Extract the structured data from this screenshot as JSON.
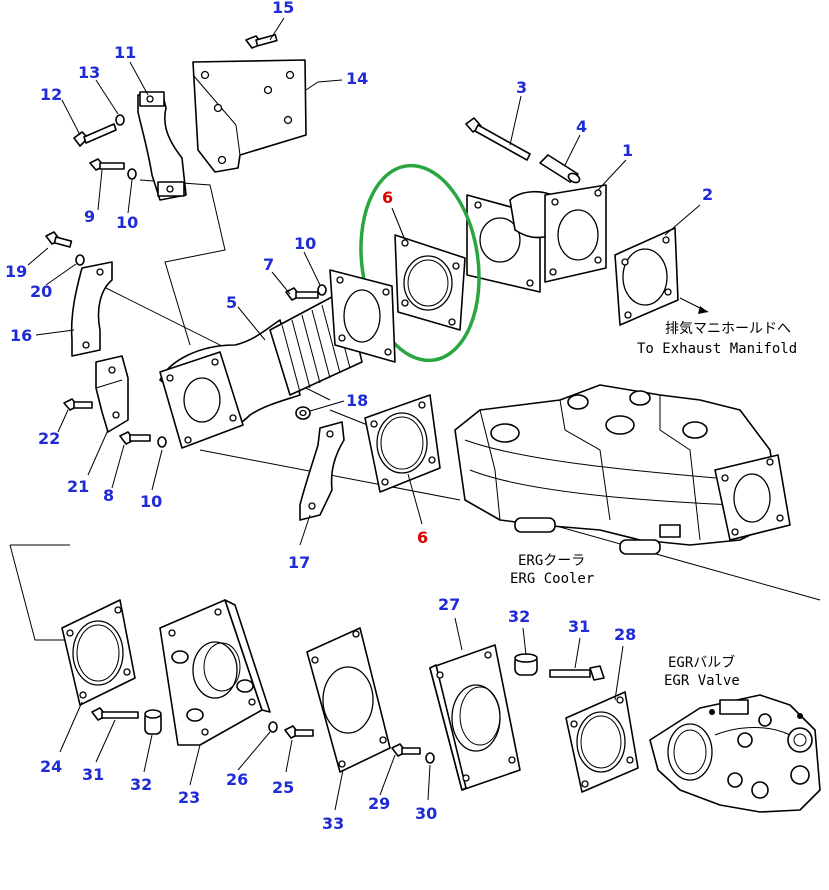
{
  "colors": {
    "callout_default": "#1f2bd6",
    "callout_highlight": "#e00000",
    "highlight_ring": "#2aa640",
    "line": "#000000"
  },
  "callouts": [
    {
      "id": "15",
      "text": "15",
      "highlight": false
    },
    {
      "id": "11",
      "text": "11",
      "highlight": false
    },
    {
      "id": "14",
      "text": "14",
      "highlight": false
    },
    {
      "id": "13",
      "text": "13",
      "highlight": false
    },
    {
      "id": "12",
      "text": "12",
      "highlight": false
    },
    {
      "id": "3",
      "text": "3",
      "highlight": false
    },
    {
      "id": "4",
      "text": "4",
      "highlight": false
    },
    {
      "id": "1",
      "text": "1",
      "highlight": false
    },
    {
      "id": "9",
      "text": "9",
      "highlight": false
    },
    {
      "id": "10a",
      "text": "10",
      "highlight": false
    },
    {
      "id": "2",
      "text": "2",
      "highlight": false
    },
    {
      "id": "6a",
      "text": "6",
      "highlight": true
    },
    {
      "id": "10b",
      "text": "10",
      "highlight": false
    },
    {
      "id": "7",
      "text": "7",
      "highlight": false
    },
    {
      "id": "19",
      "text": "19",
      "highlight": false
    },
    {
      "id": "20",
      "text": "20",
      "highlight": false
    },
    {
      "id": "5",
      "text": "5",
      "highlight": false
    },
    {
      "id": "16",
      "text": "16",
      "highlight": false
    },
    {
      "id": "18",
      "text": "18",
      "highlight": false
    },
    {
      "id": "22",
      "text": "22",
      "highlight": false
    },
    {
      "id": "21",
      "text": "21",
      "highlight": false
    },
    {
      "id": "8",
      "text": "8",
      "highlight": false
    },
    {
      "id": "10c",
      "text": "10",
      "highlight": false
    },
    {
      "id": "6b",
      "text": "6",
      "highlight": true
    },
    {
      "id": "17",
      "text": "17",
      "highlight": false
    },
    {
      "id": "27",
      "text": "27",
      "highlight": false
    },
    {
      "id": "32a",
      "text": "32",
      "highlight": false
    },
    {
      "id": "31a",
      "text": "31",
      "highlight": false
    },
    {
      "id": "28",
      "text": "28",
      "highlight": false
    },
    {
      "id": "24",
      "text": "24",
      "highlight": false
    },
    {
      "id": "31b",
      "text": "31",
      "highlight": false
    },
    {
      "id": "32b",
      "text": "32",
      "highlight": false
    },
    {
      "id": "23",
      "text": "23",
      "highlight": false
    },
    {
      "id": "26",
      "text": "26",
      "highlight": false
    },
    {
      "id": "25",
      "text": "25",
      "highlight": false
    },
    {
      "id": "33",
      "text": "33",
      "highlight": false
    },
    {
      "id": "29",
      "text": "29",
      "highlight": false
    },
    {
      "id": "30",
      "text": "30",
      "highlight": false
    }
  ],
  "captions": {
    "exhaust_manifold_jp": "排気マニホールドへ",
    "exhaust_manifold_en": "To Exhaust Manifold",
    "egr_cooler_jp": "ERGクーラ",
    "egr_cooler_en": "ERG Cooler",
    "egr_valve_jp": "EGRバルブ",
    "egr_valve_en": "EGR Valve"
  }
}
